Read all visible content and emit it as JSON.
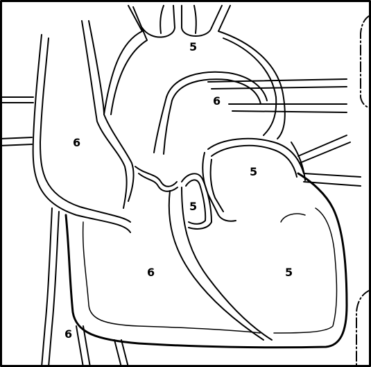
{
  "colors": {
    "line": "#000000",
    "background": "#ffffff"
  },
  "labels": {
    "aortic_arch": "5",
    "pulmonary_artery": "6",
    "superior_vena_cava": "6",
    "left_atrium": "5",
    "left_auricle": "5",
    "right_ventricle": "6",
    "left_ventricle": "5",
    "inferior_vena_cava": "6"
  }
}
